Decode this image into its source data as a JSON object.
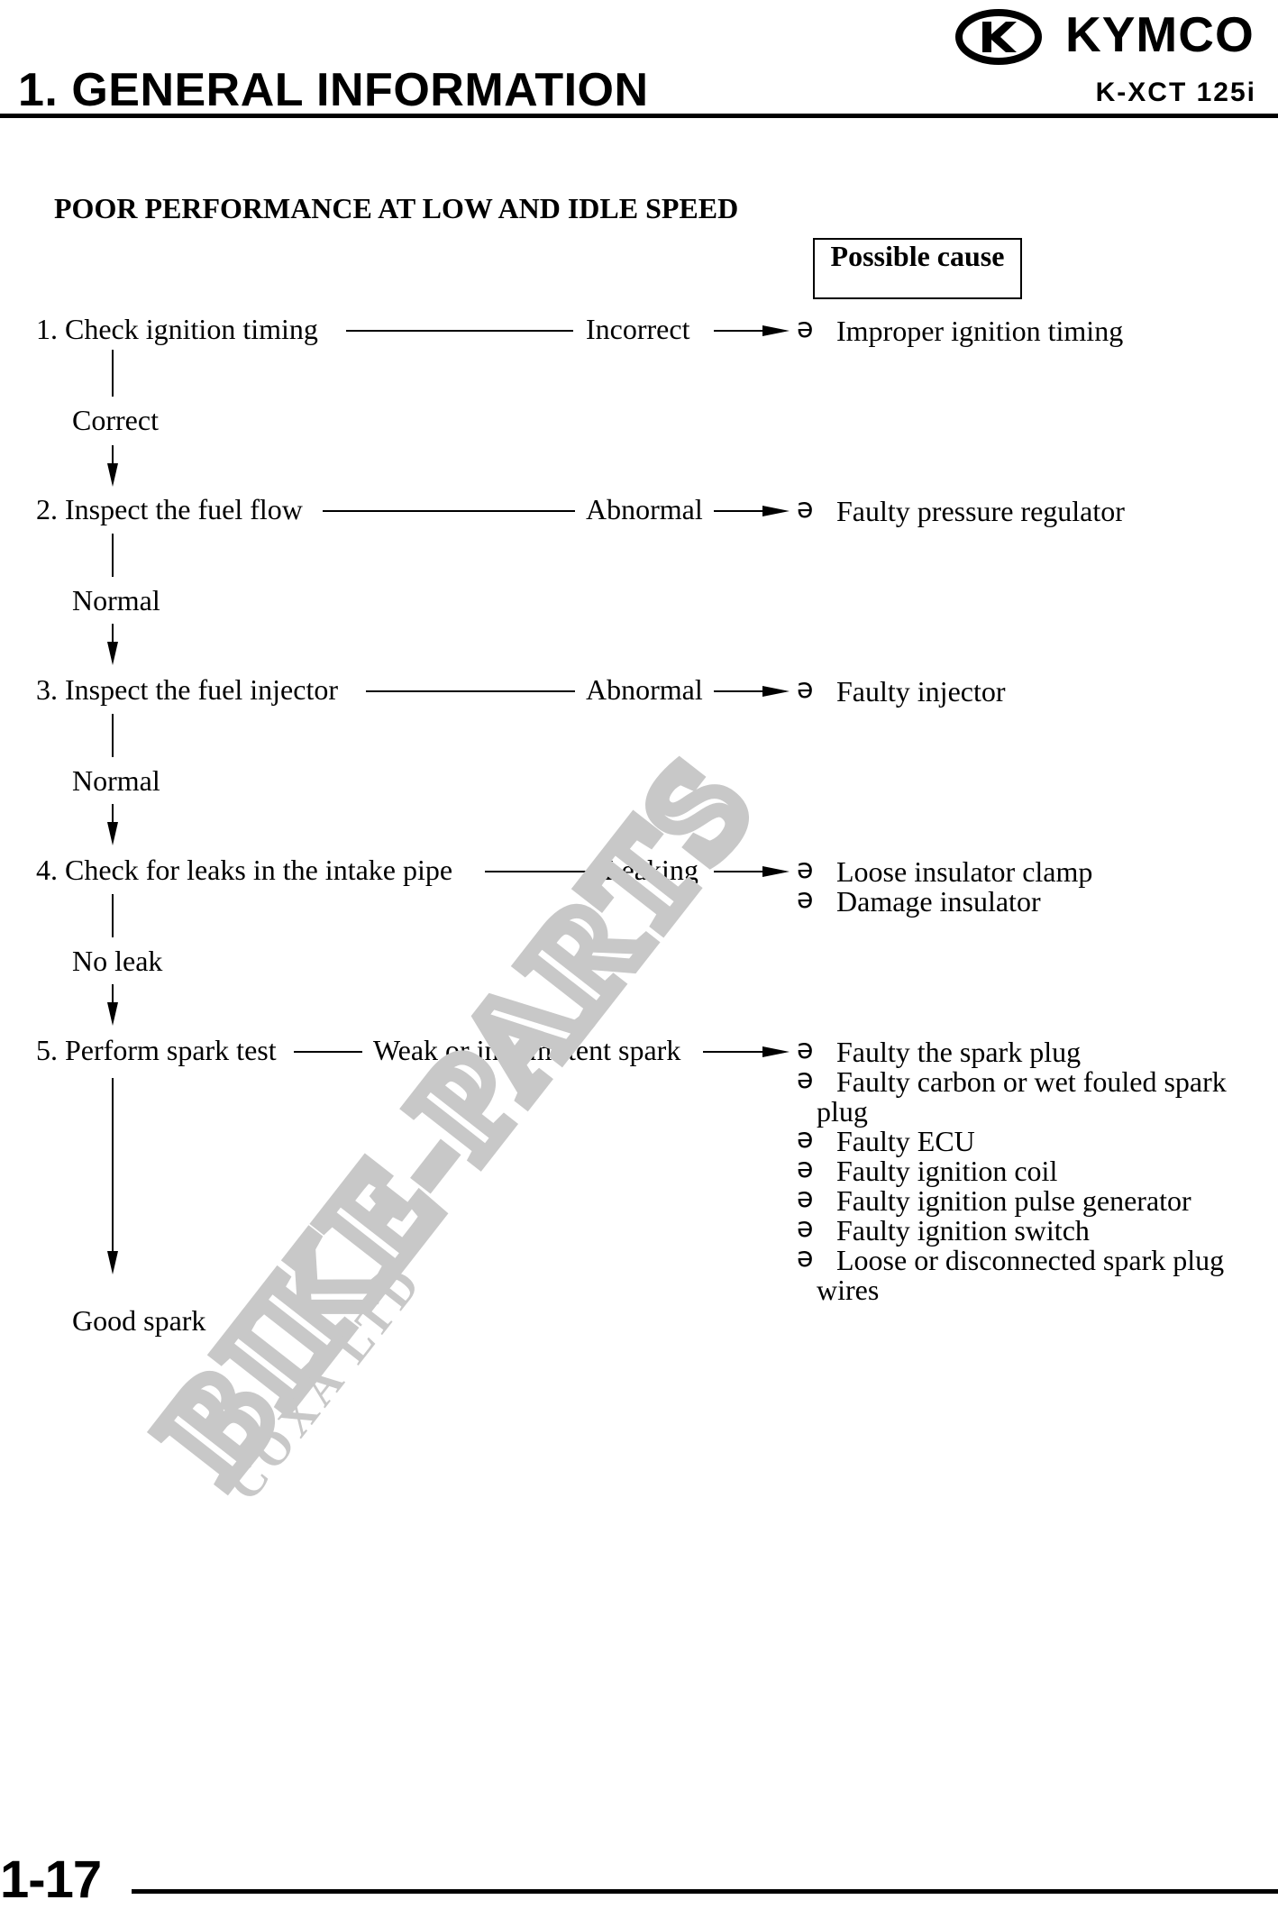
{
  "header": {
    "brand": "KYMCO",
    "chapter_title": "1. GENERAL INFORMATION",
    "model": "K-XCT 125i"
  },
  "section_heading": "POOR PERFORMANCE AT LOW AND IDLE SPEED",
  "possible_cause_label": "Possible cause",
  "steps": [
    {
      "label": "1. Check ignition timing",
      "result": "Incorrect",
      "pass_label": "Correct",
      "causes": [
        "Improper ignition timing"
      ]
    },
    {
      "label": "2. Inspect the fuel flow",
      "result": "Abnormal",
      "pass_label": "Normal",
      "causes": [
        "Faulty pressure regulator"
      ]
    },
    {
      "label": "3. Inspect the fuel injector",
      "result": "Abnormal",
      "pass_label": "Normal",
      "causes": [
        "Faulty injector"
      ]
    },
    {
      "label": "4. Check for leaks in the intake pipe",
      "result": "Leaking",
      "pass_label": "No leak",
      "causes": [
        "Loose insulator clamp",
        "Damage insulator"
      ]
    },
    {
      "label": "5. Perform spark test",
      "result": "Weak or intermittent spark",
      "pass_label": "Good spark",
      "causes": [
        "Faulty the spark plug",
        "Faulty carbon or wet fouled spark",
        "plug",
        "Faulty ECU",
        "Faulty ignition coil",
        "Faulty ignition pulse generator",
        "Faulty ignition switch",
        "Loose or disconnected spark plug",
        "wires"
      ]
    }
  ],
  "bullet_glyph": "ə",
  "watermark": {
    "main": "BIKE-PARTS",
    "sub": "COXA LTD"
  },
  "footer": {
    "page_number": "1-17"
  }
}
